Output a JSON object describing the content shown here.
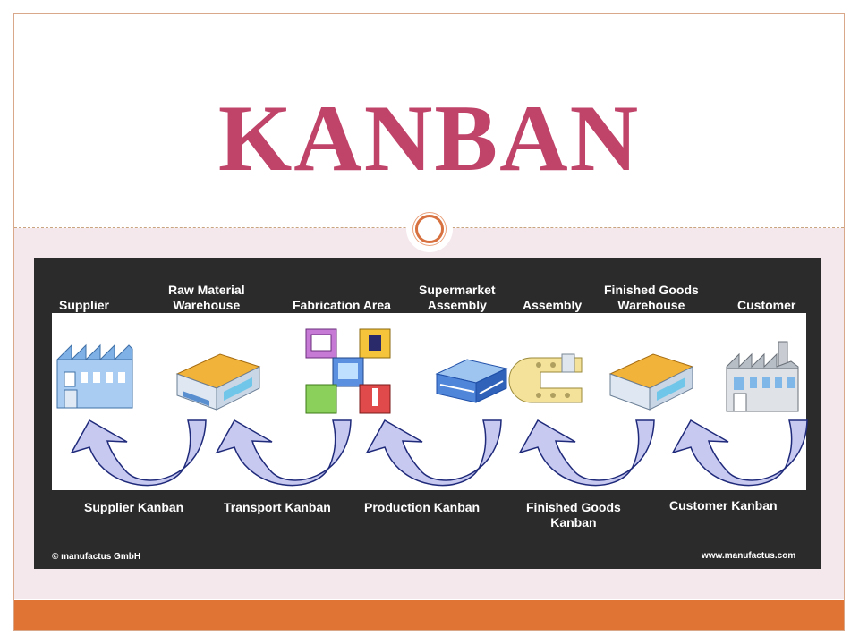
{
  "slide": {
    "title": "KANBAN"
  },
  "diagram": {
    "stations": [
      {
        "label": "Supplier",
        "icon": "supplier-factory-icon"
      },
      {
        "label": "Raw Material\nWarehouse",
        "icon": "warehouse-icon"
      },
      {
        "label": "Fabrication Area",
        "icon": "machines-icon"
      },
      {
        "label": "Supermarket\nAssembly",
        "icon": "shelving-icon"
      },
      {
        "label": "Assembly",
        "icon": "conveyor-icon"
      },
      {
        "label": "Finished Goods\nWarehouse",
        "icon": "warehouse-icon"
      },
      {
        "label": "Customer",
        "icon": "customer-factory-icon"
      }
    ],
    "kanbans": [
      {
        "label": "Supplier Kanban"
      },
      {
        "label": "Transport Kanban"
      },
      {
        "label": "Production Kanban"
      },
      {
        "label": "Finished Goods\nKanban"
      },
      {
        "label": "Customer Kanban"
      }
    ],
    "copyright": "© manufactus GmbH",
    "website": "www.manufactus.com"
  },
  "colors": {
    "title": "#c0436a",
    "footer_bar": "#e07434",
    "arrow_fill": "#c7c9f0",
    "arrow_stroke": "#1f2a7a"
  }
}
